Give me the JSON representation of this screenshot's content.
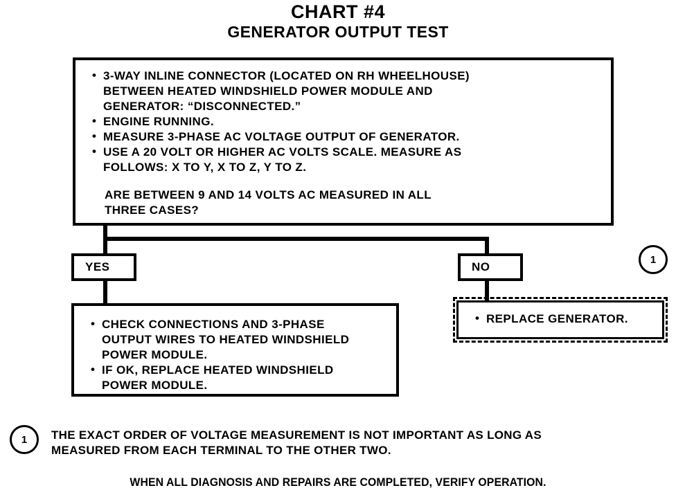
{
  "header": {
    "title": "CHART #4",
    "subtitle": "GENERATOR OUTPUT TEST"
  },
  "main_question": {
    "conditions": [
      {
        "line1": "3-WAY INLINE CONNECTOR (LOCATED ON RH WHEELHOUSE)",
        "line2": "BETWEEN HEATED WINDSHIELD POWER MODULE AND",
        "line3": "GENERATOR: “DISCONNECTED.”"
      },
      {
        "line1": "ENGINE RUNNING."
      },
      {
        "line1": "MEASURE 3-PHASE AC VOLTAGE OUTPUT OF GENERATOR."
      },
      {
        "line1": "USE A 20 VOLT OR HIGHER AC VOLTS SCALE. MEASURE AS",
        "line2": "FOLLOWS: X TO Y,  X TO Z, Y TO Z."
      }
    ],
    "query_line1": "ARE BETWEEN 9 AND 14 VOLTS AC MEASURED IN ALL",
    "query_line2": "THREE CASES?",
    "ref_marker": "1"
  },
  "branches": {
    "yes": {
      "label": "YES",
      "actions": [
        {
          "line1": "CHECK CONNECTIONS AND 3-PHASE",
          "line2": "OUTPUT WIRES TO HEATED WINDSHIELD",
          "line3": "POWER MODULE."
        },
        {
          "line1": "IF OK, REPLACE HEATED WINDSHIELD",
          "line2": "POWER MODULE."
        }
      ]
    },
    "no": {
      "label": "NO",
      "actions": [
        {
          "line1": "REPLACE GENERATOR."
        }
      ]
    }
  },
  "footnote": {
    "marker": "1",
    "line1": "THE EXACT ORDER OF VOLTAGE MEASUREMENT IS NOT IMPORTANT AS LONG AS",
    "line2": "MEASURED FROM EACH TERMINAL TO THE OTHER TWO."
  },
  "verify_note": "WHEN ALL DIAGNOSIS AND REPAIRS ARE COMPLETED, VERIFY OPERATION.",
  "colors": {
    "ink": "#000000",
    "paper": "#ffffff"
  }
}
